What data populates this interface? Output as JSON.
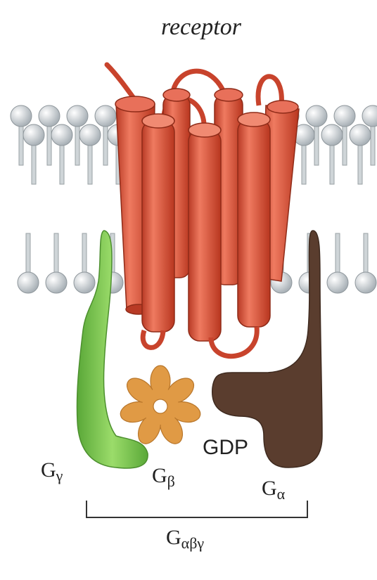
{
  "title": "receptor",
  "labels": {
    "g_gamma": {
      "main": "G",
      "sub": "γ"
    },
    "g_beta": {
      "main": "G",
      "sub": "β"
    },
    "gdp": "GDP",
    "g_alpha": {
      "main": "G",
      "sub": "α"
    },
    "complex": {
      "main": "G",
      "sub": "αβγ"
    }
  },
  "colors": {
    "receptor": "#d9533e",
    "receptor_dark": "#a8321f",
    "g_gamma": "#7cc84c",
    "g_beta": "#e09a45",
    "g_alpha": "#5a3d2e",
    "lipid_head": "#c9cfd3",
    "lipid_tail": "#b9bec2"
  }
}
